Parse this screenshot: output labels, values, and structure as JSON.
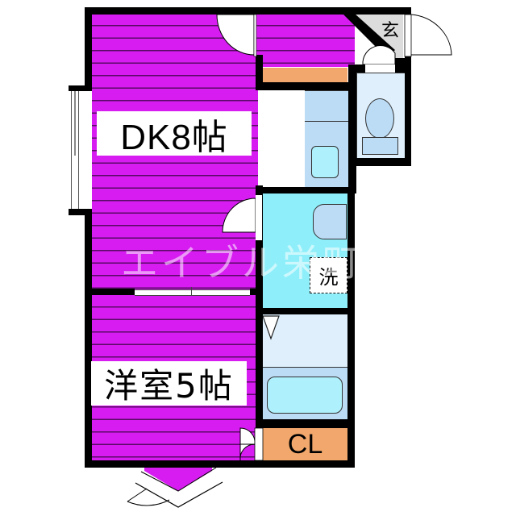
{
  "floorplan": {
    "rooms": {
      "dk": {
        "label": "DK8帖",
        "type": "dining-kitchen",
        "size_jo": 8
      },
      "western": {
        "label": "洋室5帖",
        "type": "western-room",
        "size_jo": 5
      },
      "entrance": {
        "label": "玄"
      },
      "washer": {
        "label": "洗"
      },
      "closet": {
        "label": "CL"
      }
    },
    "watermark": "エイブル栄町",
    "colors": {
      "floor_purple": "#d61cf0",
      "floor_line": "#5a0a66",
      "kitchen_blue": "#bcdcf6",
      "toilet_blue": "#dff0fc",
      "wash_cyan": "#8eeffa",
      "bath_light": "#dff0fc",
      "bathtub": "#aef0fb",
      "storage_orange": "#f2a86c",
      "entrance_gray": "#dcdcdc",
      "wall": "#000000"
    }
  }
}
